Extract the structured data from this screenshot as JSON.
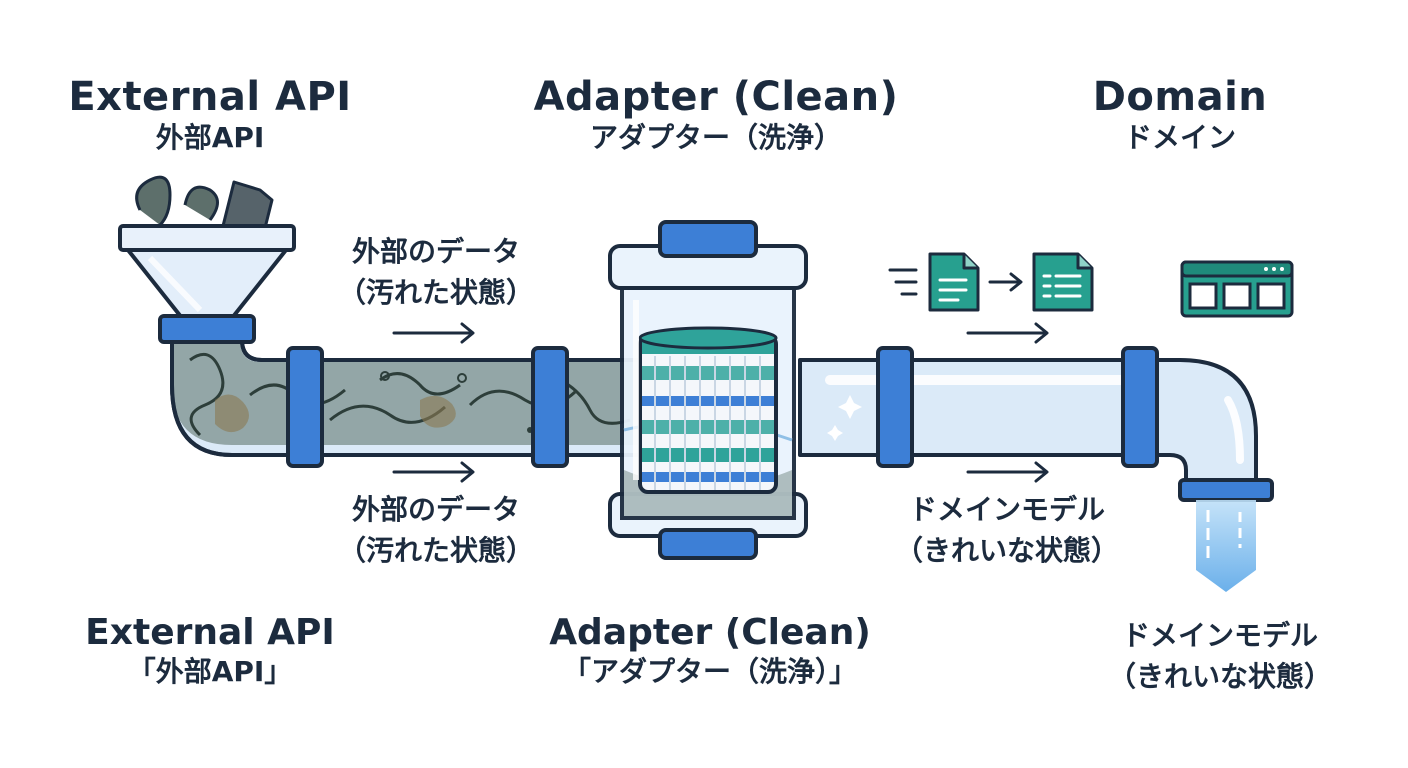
{
  "header": {
    "external": {
      "en": "External API",
      "ja": "外部API"
    },
    "adapter": {
      "en": "Adapter (Clean)",
      "ja": "アダプター（洗浄）"
    },
    "domain": {
      "en": "Domain",
      "ja": "ドメイン"
    }
  },
  "pipe_labels": {
    "dirty_top": {
      "line1": "外部のデータ",
      "line2": "（汚れた状態）"
    },
    "dirty_bottom": {
      "line1": "外部のデータ",
      "line2": "（汚れた状態）"
    },
    "clean_bottom": {
      "line1": "ドメインモデル",
      "line2": "（きれいな状態）"
    }
  },
  "footer": {
    "external": {
      "en": "External API",
      "ja": "「外部API」"
    },
    "adapter": {
      "en": "Adapter (Clean)",
      "ja": "「アダプター（洗浄）」"
    },
    "domain": {
      "line1": "ドメインモデル",
      "line2": "（きれいな状態）"
    }
  },
  "colors": {
    "outline": "#1c2b3e",
    "flange_blue": "#3d7fd6",
    "pipe_clear": "#dbeaf8",
    "dirty_water": "#7b8f8c",
    "filter_teal": "#2fa39a",
    "doc_teal": "#27a08f"
  },
  "icons": [
    "funnel-icon",
    "document-icon",
    "ui-window-icon",
    "arrow-right-icon",
    "speed-lines-icon"
  ]
}
